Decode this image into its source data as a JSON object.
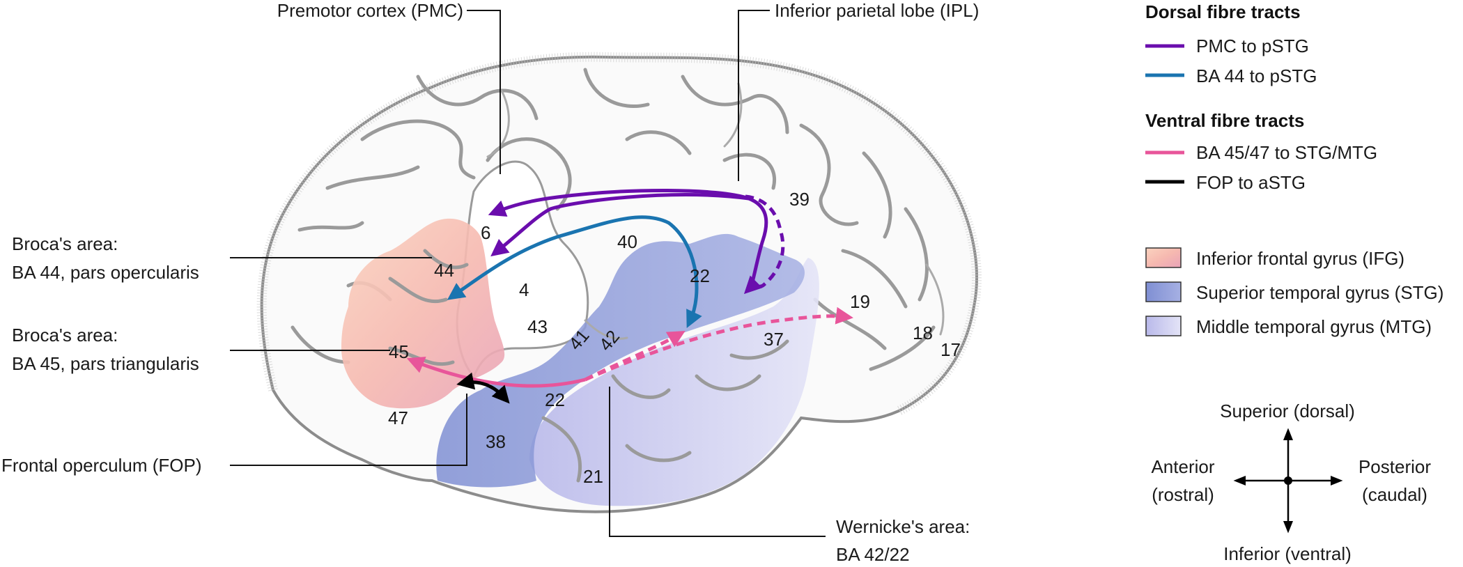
{
  "callouts": {
    "pmc": "Premotor cortex (PMC)",
    "ipl": "Inferior parietal lobe (IPL)",
    "broca44_line1": "Broca's area:",
    "broca44_line2": "BA 44, pars opercularis",
    "broca45_line1": "Broca's area:",
    "broca45_line2": "BA 45, pars triangularis",
    "fop": "Frontal operculum (FOP)",
    "wernicke_line1": "Wernicke's area:",
    "wernicke_line2": "BA 42/22"
  },
  "brodmann": {
    "a6": "6",
    "a4": "4",
    "a44": "44",
    "a45": "45",
    "a47": "47",
    "a43": "43",
    "a41": "41",
    "a42": "42",
    "a40": "40",
    "a22_top": "22",
    "a22_mid": "22",
    "a38": "38",
    "a21": "21",
    "a37": "37",
    "a39": "39",
    "a19": "19",
    "a18": "18",
    "a17": "17"
  },
  "legend": {
    "dorsal_title": "Dorsal fibre tracts",
    "dorsal_items": [
      {
        "label": "PMC to pSTG",
        "color": "#6a0dad"
      },
      {
        "label": "BA 44 to pSTG",
        "color": "#1a74b0"
      }
    ],
    "ventral_title": "Ventral fibre tracts",
    "ventral_items": [
      {
        "label": "BA 45/47 to STG/MTG",
        "color": "#e8559a"
      },
      {
        "label": "FOP to aSTG",
        "color": "#000000"
      }
    ],
    "regions": [
      {
        "label": "Inferior frontal gyrus (IFG)",
        "color": "#f7c2ae"
      },
      {
        "label": "Superior temporal gyrus (STG)",
        "color": "#8f9bd9"
      },
      {
        "label": "Middle temporal gyrus (MTG)",
        "color": "#cfcdf0"
      }
    ]
  },
  "compass": {
    "superior": "Superior (dorsal)",
    "inferior": "Inferior (ventral)",
    "anterior_line1": "Anterior",
    "anterior_line2": "(rostral)",
    "posterior_line1": "Posterior",
    "posterior_line2": "(caudal)"
  }
}
